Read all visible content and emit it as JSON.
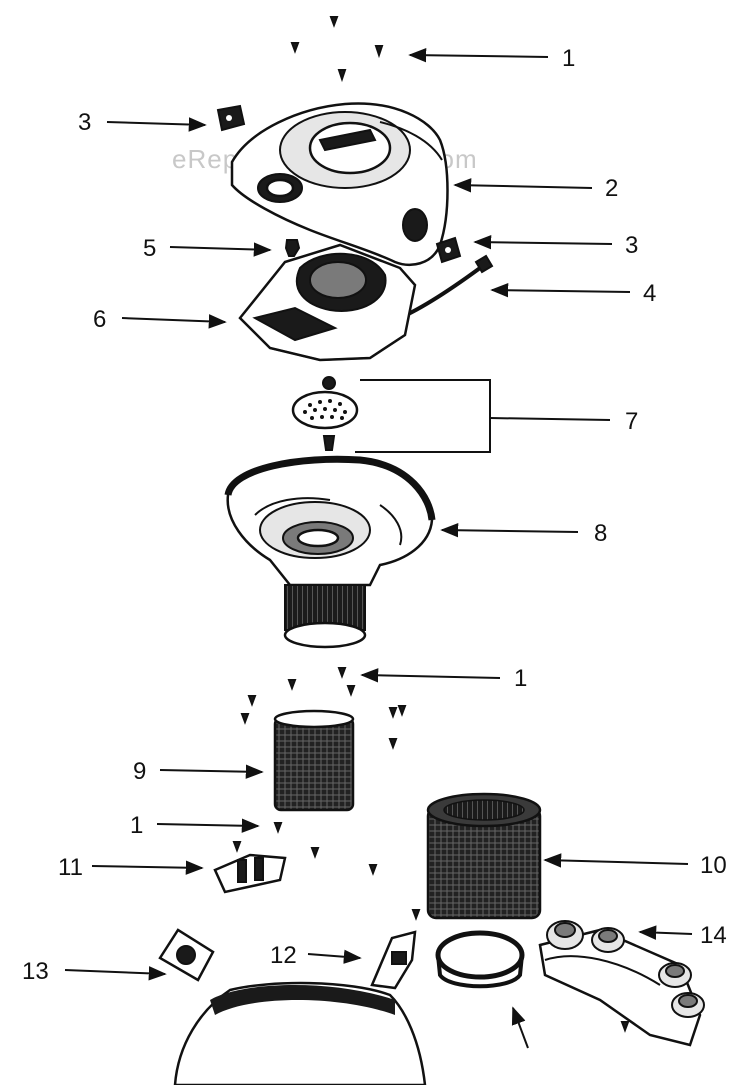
{
  "watermark": "eReplacementParts.com",
  "callouts": [
    {
      "id": "c1a",
      "label": "1"
    },
    {
      "id": "c2",
      "label": "2"
    },
    {
      "id": "c3a",
      "label": "3"
    },
    {
      "id": "c3b",
      "label": "3"
    },
    {
      "id": "c4",
      "label": "4"
    },
    {
      "id": "c5",
      "label": "5"
    },
    {
      "id": "c6",
      "label": "6"
    },
    {
      "id": "c7",
      "label": "7"
    },
    {
      "id": "c8",
      "label": "8"
    },
    {
      "id": "c1b",
      "label": "1"
    },
    {
      "id": "c9",
      "label": "9"
    },
    {
      "id": "c1c",
      "label": "1"
    },
    {
      "id": "c10",
      "label": "10"
    },
    {
      "id": "c11",
      "label": "11"
    },
    {
      "id": "c12",
      "label": "12"
    },
    {
      "id": "c13",
      "label": "13"
    },
    {
      "id": "c14",
      "label": "14"
    }
  ]
}
